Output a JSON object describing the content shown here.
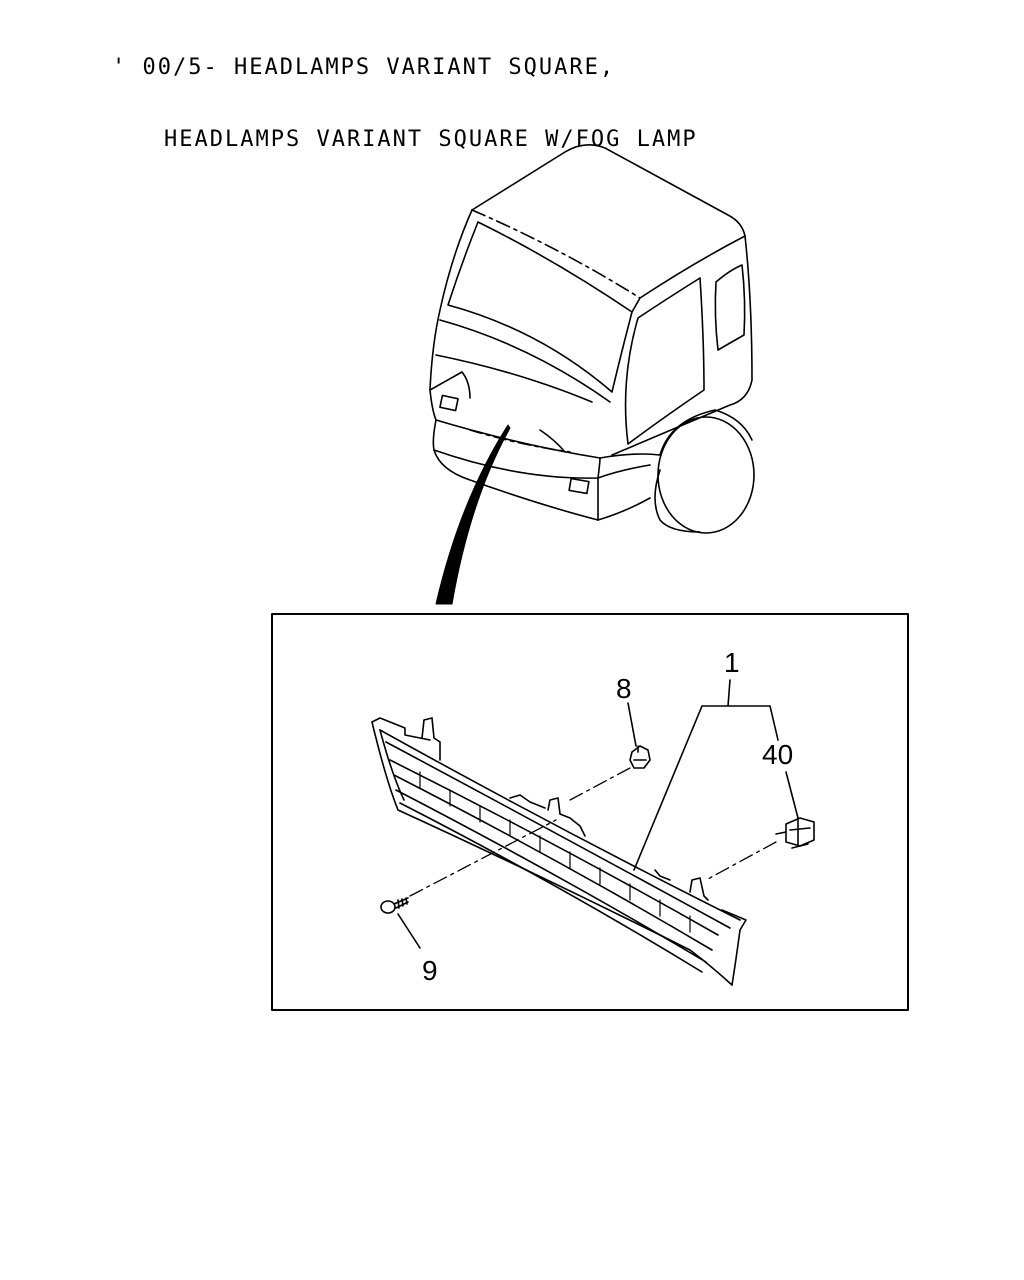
{
  "header": {
    "title_line1": "' 00/5- HEADLAMPS VARIANT SQUARE,",
    "title_line2": "HEADLAMPS VARIANT SQUARE W/FOG LAMP"
  },
  "callouts": {
    "grille": "1",
    "clip": "8",
    "screw": "9",
    "bracket_set": "40"
  }
}
